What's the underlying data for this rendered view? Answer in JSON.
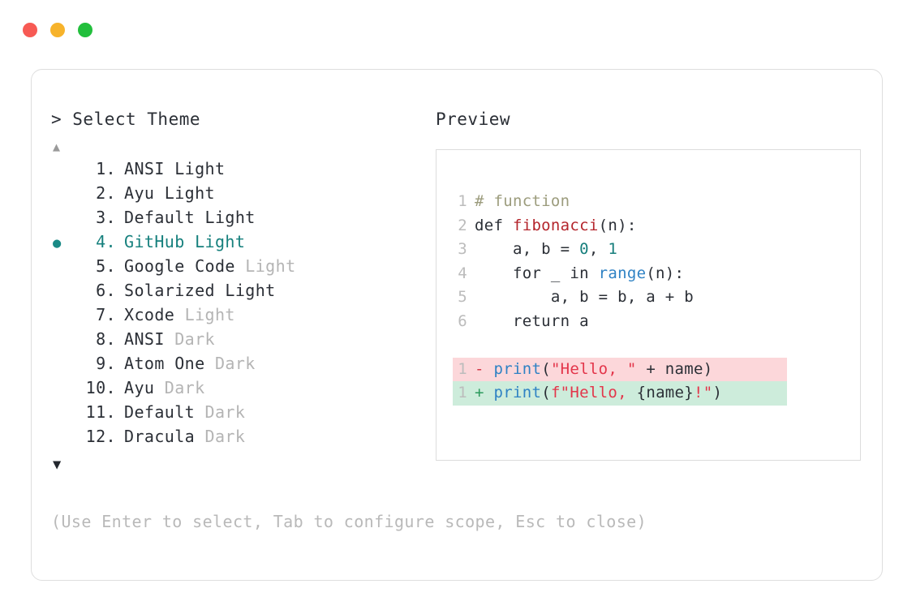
{
  "window": {
    "dots": [
      {
        "name": "close",
        "color": "#f75a54"
      },
      {
        "name": "minimize",
        "color": "#f7b32b"
      },
      {
        "name": "maximize",
        "color": "#22bf3c"
      }
    ]
  },
  "left": {
    "heading": "> Select Theme",
    "scroll_up": "▲",
    "scroll_down": "▼",
    "selected_index": 4,
    "bullet_glyph": "●",
    "items": [
      {
        "num": "1.",
        "name": "ANSI Light",
        "variant": ""
      },
      {
        "num": "2.",
        "name": "Ayu Light",
        "variant": ""
      },
      {
        "num": "3.",
        "name": "Default Light",
        "variant": ""
      },
      {
        "num": "4.",
        "name": "GitHub Light",
        "variant": ""
      },
      {
        "num": "5.",
        "name": "Google Code",
        "variant": " Light"
      },
      {
        "num": "6.",
        "name": "Solarized Light",
        "variant": ""
      },
      {
        "num": "7.",
        "name": "Xcode",
        "variant": " Light"
      },
      {
        "num": "8.",
        "name": "ANSI",
        "variant": " Dark"
      },
      {
        "num": "9.",
        "name": "Atom One",
        "variant": " Dark"
      },
      {
        "num": "10.",
        "name": "Ayu",
        "variant": " Dark"
      },
      {
        "num": "11.",
        "name": "Default",
        "variant": " Dark"
      },
      {
        "num": "12.",
        "name": "Dracula",
        "variant": " Dark"
      }
    ]
  },
  "hint": "(Use Enter to select, Tab to configure scope, Esc to close)",
  "right": {
    "heading": "Preview",
    "code_lines": [
      {
        "num": "1",
        "tokens": [
          {
            "t": "# function",
            "c": "comment"
          }
        ]
      },
      {
        "num": "2",
        "tokens": [
          {
            "t": "def ",
            "c": "keyword"
          },
          {
            "t": "fibonacci",
            "c": "func"
          },
          {
            "t": "(n):",
            "c": "punct"
          }
        ]
      },
      {
        "num": "3",
        "tokens": [
          {
            "t": "    a, b = ",
            "c": "plain"
          },
          {
            "t": "0",
            "c": "number"
          },
          {
            "t": ", ",
            "c": "plain"
          },
          {
            "t": "1",
            "c": "number"
          }
        ]
      },
      {
        "num": "4",
        "tokens": [
          {
            "t": "    for _ in ",
            "c": "keyword"
          },
          {
            "t": "range",
            "c": "builtin"
          },
          {
            "t": "(n):",
            "c": "punct"
          }
        ]
      },
      {
        "num": "5",
        "tokens": [
          {
            "t": "        a, b = b, a + b",
            "c": "plain"
          }
        ]
      },
      {
        "num": "6",
        "tokens": [
          {
            "t": "    return a",
            "c": "plain"
          }
        ]
      }
    ],
    "diff_lines": [
      {
        "num": "1",
        "mark": "-",
        "kind": "del",
        "tokens": [
          {
            "t": "print",
            "c": "builtin"
          },
          {
            "t": "(",
            "c": "punct"
          },
          {
            "t": "\"Hello, \"",
            "c": "string"
          },
          {
            "t": " + name)",
            "c": "plain"
          }
        ]
      },
      {
        "num": "1",
        "mark": "+",
        "kind": "add",
        "tokens": [
          {
            "t": "print",
            "c": "builtin"
          },
          {
            "t": "(",
            "c": "punct"
          },
          {
            "t": "f\"Hello, ",
            "c": "string"
          },
          {
            "t": "{name}",
            "c": "plain"
          },
          {
            "t": "!\"",
            "c": "string"
          },
          {
            "t": ")",
            "c": "punct"
          }
        ]
      }
    ]
  }
}
